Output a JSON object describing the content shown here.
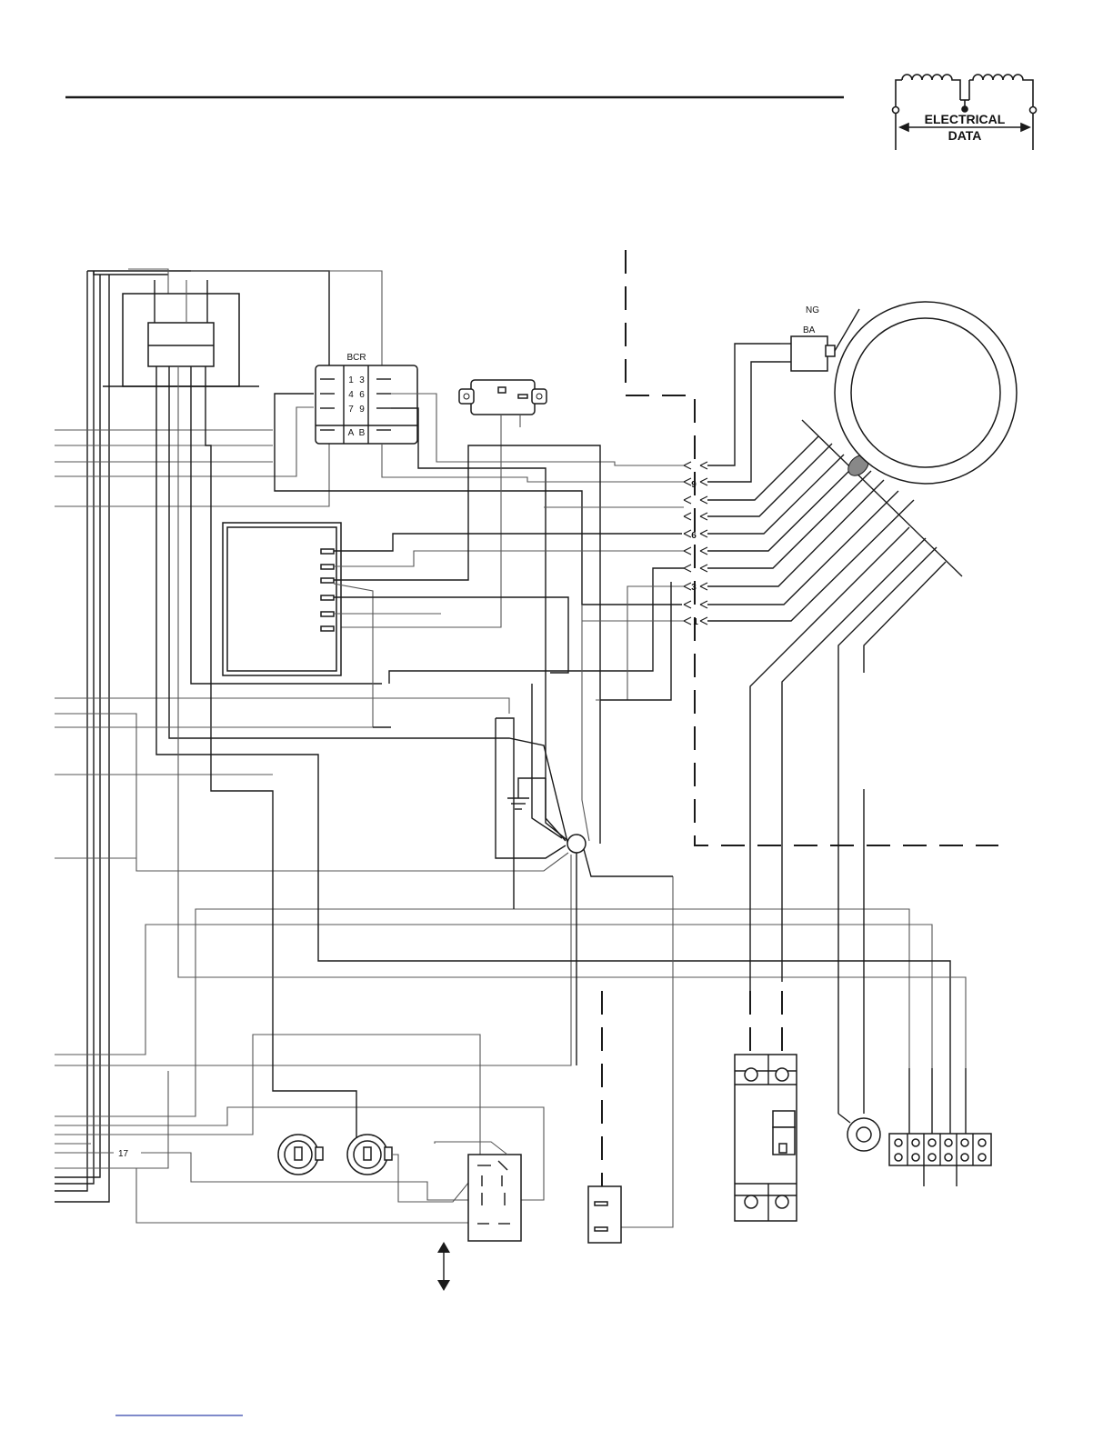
{
  "logo": {
    "line1": "ELECTRICAL",
    "line2": "DATA"
  },
  "labels": {
    "bcr": "BCR",
    "bcr_pins": [
      "1",
      "3",
      "4",
      "6",
      "7",
      "9",
      "A",
      "B"
    ],
    "ng": "NG",
    "ba": "BA",
    "terminal_9": "9",
    "terminal_6": "6",
    "terminal_3": "3",
    "terminal_1": "1",
    "wire_17": "17"
  },
  "colors": {
    "ink": "#1a1a1a",
    "footer_link": "#3344aa"
  },
  "icons": {
    "logo": "coil-electrical-data-icon",
    "ground": "ground-icon",
    "direction": "double-arrow-icon"
  }
}
